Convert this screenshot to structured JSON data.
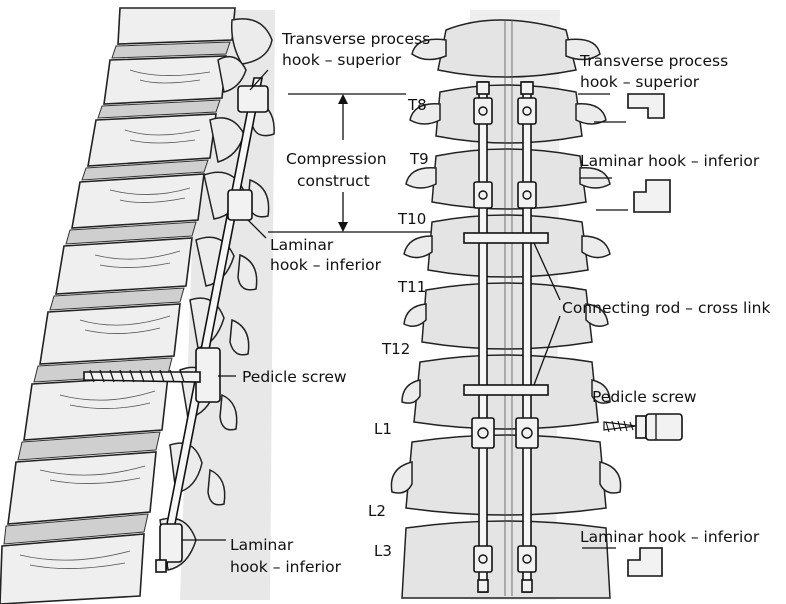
{
  "figure": {
    "lateral_labels": {
      "tp_hook_superior": [
        "Transverse process",
        "hook – superior"
      ],
      "compression": [
        "Compression",
        "construct"
      ],
      "laminar_hook_upper": [
        "Laminar",
        "hook – inferior"
      ],
      "pedicle_screw": "Pedicle screw",
      "laminar_hook_lower": [
        "Laminar",
        "hook – inferior"
      ]
    },
    "levels": [
      "T8",
      "T9",
      "T10",
      "T11",
      "T12",
      "L1",
      "L2",
      "L3"
    ],
    "ap_labels": {
      "connecting_rod": "Connecting rod – cross link"
    },
    "legend": {
      "tp_hook": [
        "Transverse process",
        "hook – superior"
      ],
      "laminar_hook": "Laminar hook – inferior",
      "pedicle_screw": "Pedicle screw",
      "laminar_hook_bottom": "Laminar hook – inferior"
    }
  }
}
